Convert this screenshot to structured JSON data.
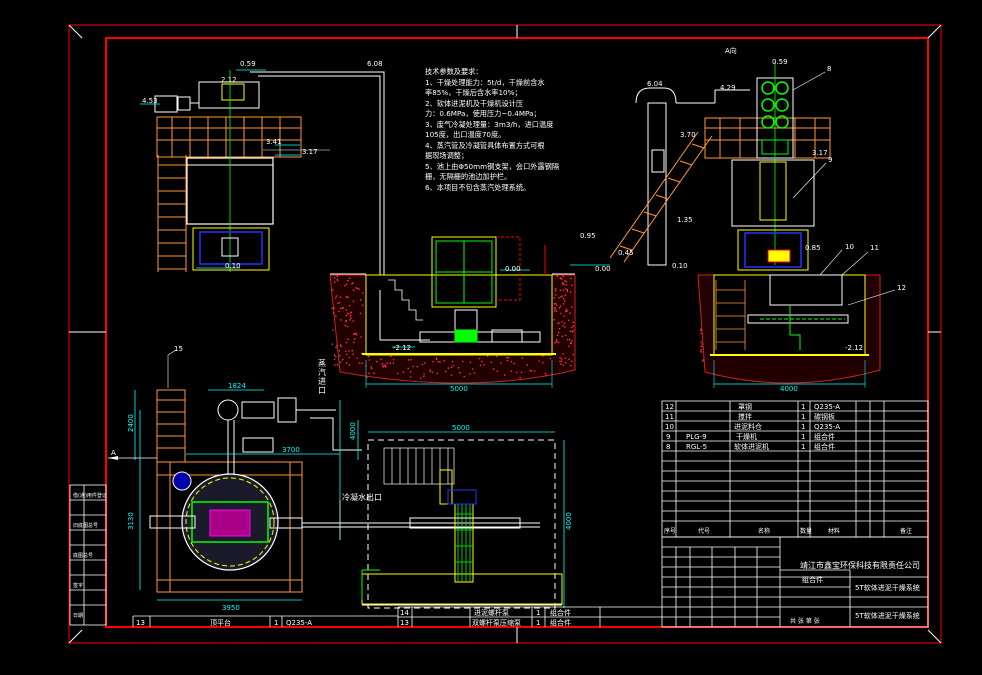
{
  "drawing": {
    "view_label_a": "A向",
    "arrow_a": "A",
    "colors": {
      "background": "#000000",
      "border": "#ff0000",
      "dimension": "#00ffff",
      "equipment": "#ffffff",
      "platform": "#ff9933",
      "pit": "#cc2222",
      "structure": "#ffff00",
      "green": "#00ff00",
      "blue": "#2233ff",
      "magenta": "#ff00ff"
    }
  },
  "notes": {
    "title": "技术参数及要求：",
    "lines": [
      "1、干燥处理能力：5t/d，干燥前含水",
      "率85%，干燥后含水率10%；",
      "2、软体进泥机及干燥机设计压",
      "力：0.6MPa，使用压力~0.4MPa；",
      "3、废气冷凝处理量：3m3/h，进口温度",
      "105度，出口温度70度。",
      "4、蒸汽管及冷凝管具体布置方式可根",
      "据现场调整；",
      "5、池上由Φ50mm钢支架，会口外露钢隔",
      "栅，无隔栅的池边加护栏。",
      "6、本项目不包含蒸汽处理系统。"
    ]
  },
  "elevations": {
    "left": [
      "0.59",
      "4.53",
      "2.12",
      "3.41",
      "3.17",
      "0.10"
    ],
    "middle": [
      "6.08",
      "0.00",
      "-2.12"
    ],
    "right": [
      "0.59",
      "4.29",
      "6.04",
      "3.70",
      "3.17",
      "1.35",
      "0.95",
      "0.45",
      "0.00",
      "0.10",
      "0.85",
      "-2.12"
    ]
  },
  "dimensions": {
    "pit_width_mid": "5000",
    "pit_width_right": "4000",
    "plan_top": "1824",
    "plan_left": "3700",
    "plan_bottom": "3950",
    "plan_side": "3130",
    "plan_side2": "2400",
    "pit_plan_top": "5000",
    "pit_plan_side": "4000",
    "pit_plan_side2": "4000"
  },
  "callouts": {
    "right": [
      "8",
      "9",
      "10",
      "11",
      "12"
    ],
    "plan": [
      "15"
    ]
  },
  "plan_labels": {
    "steam_inlet": "蒸汽进口",
    "condensate_outlet": "冷凝水出口"
  },
  "bom_rows": [
    {
      "no": "12",
      "code": "",
      "name": "罩钢",
      "qty": "1",
      "material": "Q235-A"
    },
    {
      "no": "11",
      "code": "",
      "name": "搅拌",
      "qty": "1",
      "material": "碳钢板"
    },
    {
      "no": "10",
      "code": "",
      "name": "进泥料仓",
      "qty": "1",
      "material": "Q235-A"
    },
    {
      "no": "9",
      "code": "PLG-9",
      "name": "干燥机",
      "qty": "1",
      "material": "组合件"
    },
    {
      "no": "8",
      "code": "RGL-5",
      "name": "软体进泥机",
      "qty": "1",
      "material": "组合件"
    }
  ],
  "bom_bottom_rows": [
    {
      "no": "13",
      "name": "顶平台",
      "qty": "1",
      "material": "Q235-A"
    },
    {
      "no": "14",
      "name": "进泥螺杆泵",
      "qty": "1",
      "material": "组合件"
    },
    {
      "no": "13",
      "name": "双螺杆泵压缩泵",
      "qty": "1",
      "material": "组合件"
    }
  ],
  "bom_header": [
    "序号",
    "代号",
    "名称",
    "数量",
    "材料",
    "备注"
  ],
  "title_block": {
    "company": "靖江市鑫宝环保科技有限责任公司",
    "assembly": "组合件",
    "project": "5T软体进泥干燥系统",
    "project2": "5T软体进泥干燥系统",
    "scale_row": "共  张  第  张"
  },
  "left_side_labels": [
    "借(通)用件登记",
    "",
    "旧底图总号",
    "",
    "底图总号",
    "",
    "签字",
    "",
    "日期"
  ]
}
